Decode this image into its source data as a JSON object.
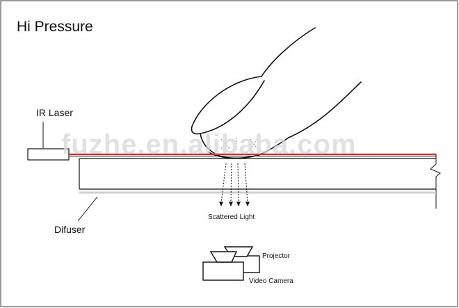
{
  "title": "Hi Pressure",
  "labels": {
    "ir_laser": "IR Laser",
    "difuser": "Difuser",
    "scattered_light": "Scattered Light",
    "projector": "Projector",
    "video_camera": "Video Camera"
  },
  "watermark": "fuzhe.en.alibaba.com",
  "colors": {
    "laser_beam": "#d42a2a",
    "line": "#111111",
    "border": "#9a9a9a",
    "diffuser_layer": "#cfcfcf"
  }
}
